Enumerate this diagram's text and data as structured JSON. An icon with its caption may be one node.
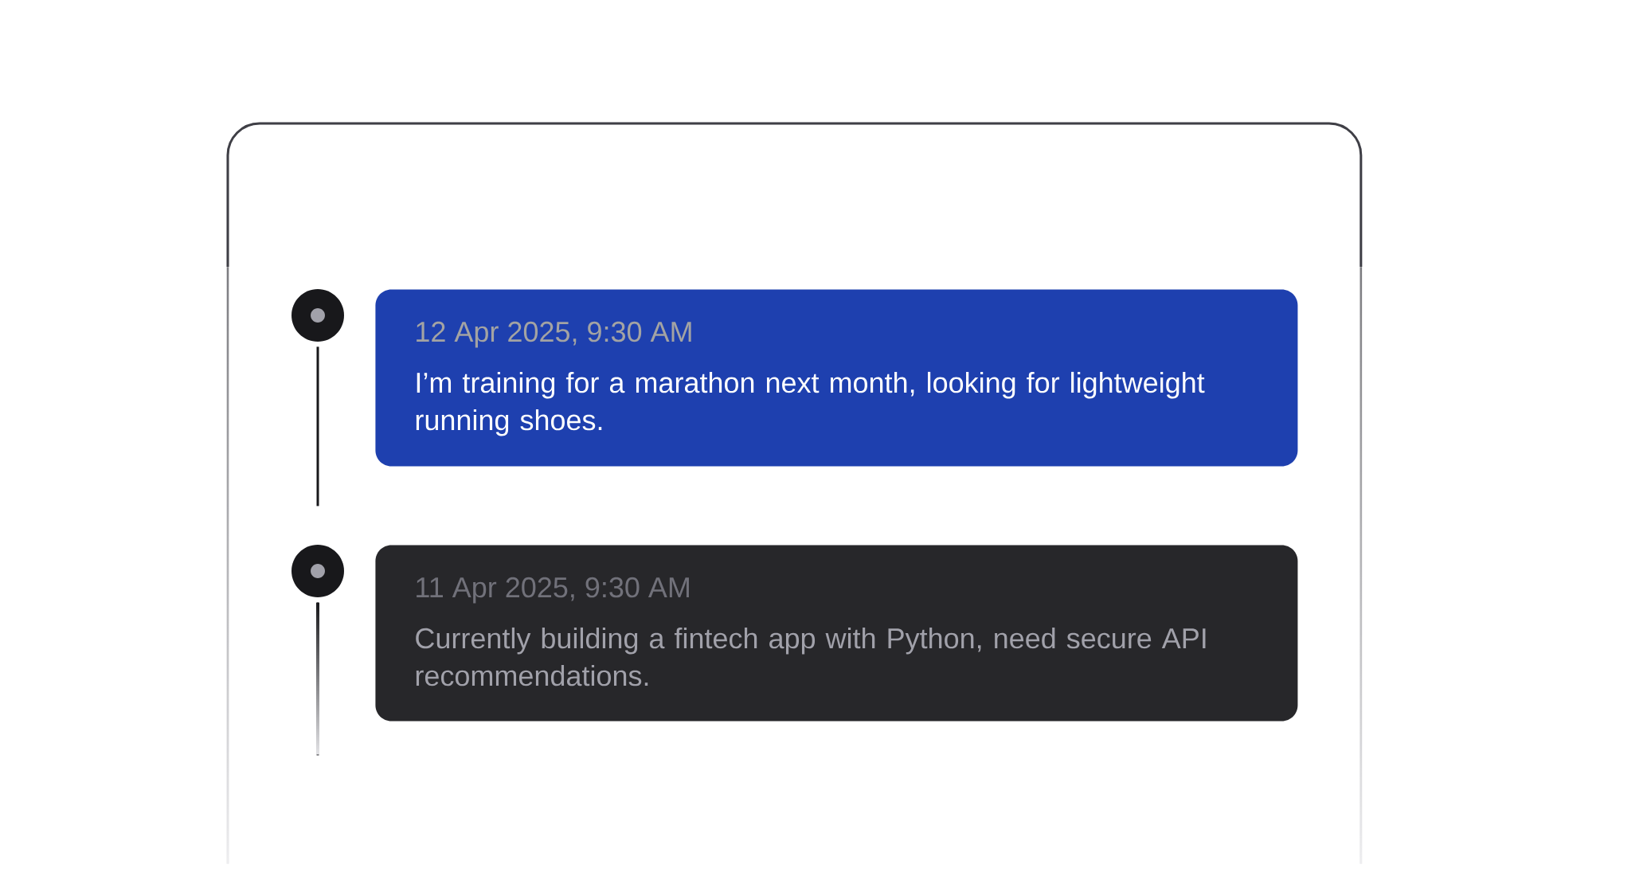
{
  "diagram": {
    "nodes": [
      {
        "text": [],
        "shape": "box"
      },
      {
        "text": [],
        "shape": "circle",
        "in": 0
      },
      {
        "text": [
          "12 Apr 2025, 9:30 AM",
          "I’m training for a marathon next month, looking for lightweight running shoes."
        ],
        "in": 0
      },
      {
        "text": [],
        "shape": "circle",
        "in": 0
      },
      {
        "text": [
          "11 Apr 2025, 9:30 AM",
          "Currently building a fintech app with Python, need secure API recommendations."
        ],
        "in": 0
      }
    ],
    "edges": [
      {
        "from": 1,
        "to": null,
        "arrow": "none"
      },
      {
        "from": 3,
        "to": null,
        "arrow": "none"
      }
    ]
  }
}
